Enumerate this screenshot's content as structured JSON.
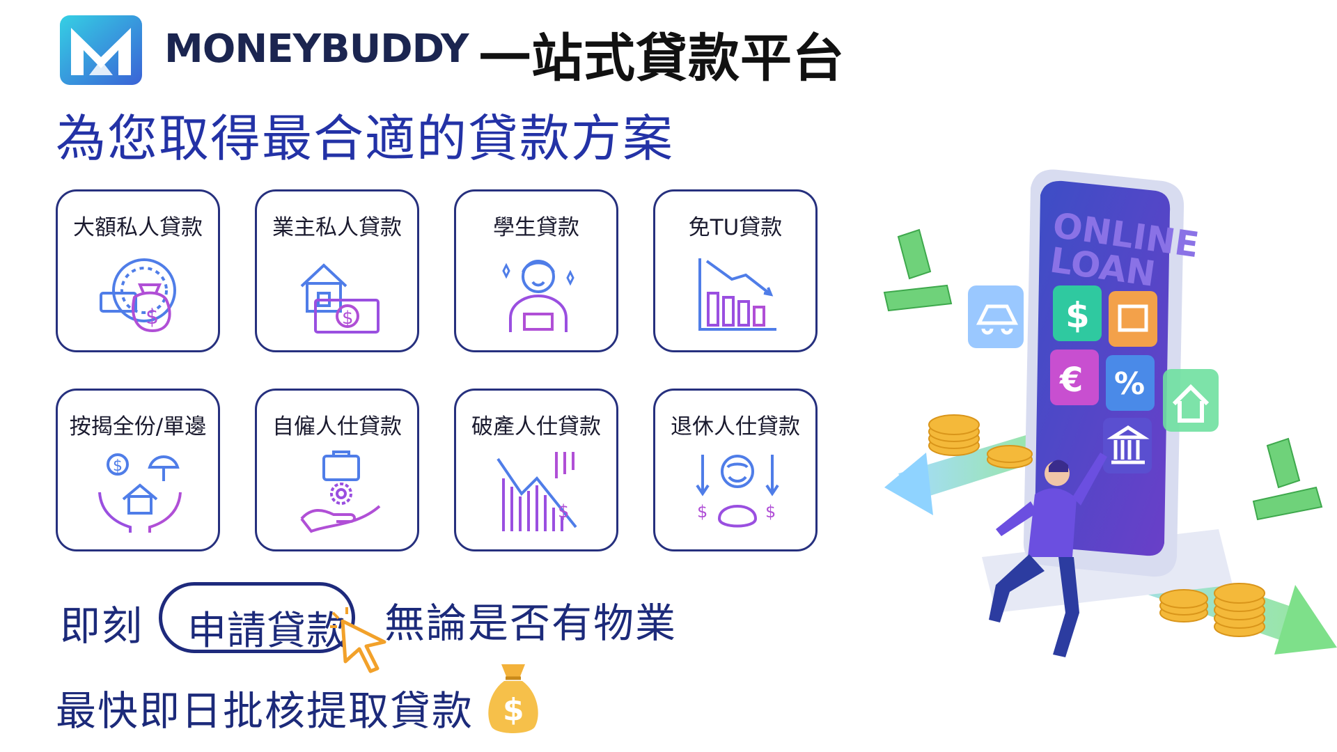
{
  "brand": {
    "name": "MONEYBUDDY",
    "headline": "一站式貸款平台",
    "tagline": "為您取得最合適的貸款方案",
    "logo_colors": [
      "#2ec1e0",
      "#3a68d8"
    ]
  },
  "loan_types": [
    {
      "label": "大額私人貸款",
      "icon": "money-bag-clock-icon"
    },
    {
      "label": "業主私人貸款",
      "icon": "house-money-icon"
    },
    {
      "label": "學生貸款",
      "icon": "student-icon"
    },
    {
      "label": "免TU貸款",
      "icon": "declining-chart-icon"
    },
    {
      "label": "按揭全份/單邊",
      "icon": "house-hands-icon"
    },
    {
      "label": "自僱人仕貸款",
      "icon": "briefcase-hand-icon"
    },
    {
      "label": "破產人仕貸款",
      "icon": "crash-chart-icon"
    },
    {
      "label": "退休人仕貸款",
      "icon": "retiree-piggy-icon"
    }
  ],
  "cta": {
    "prefix": "即刻",
    "button": "申請貸款",
    "suffix": "無論是否有物業",
    "fast": "最快即日批核提取貸款"
  },
  "illustration": {
    "screen_text_line1": "ONLINE",
    "screen_text_line2": "LOAN",
    "accent_color": "#4b4fc8"
  }
}
